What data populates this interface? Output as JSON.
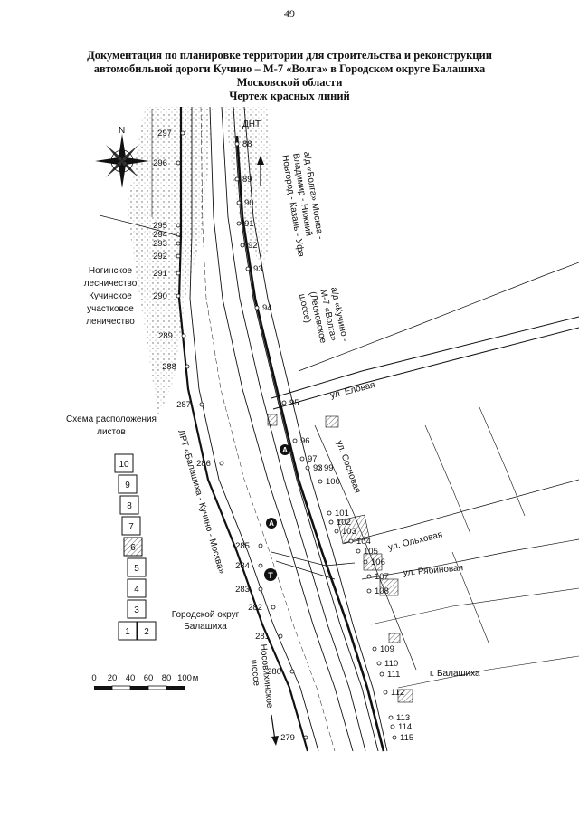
{
  "page_number": "49",
  "title": {
    "line1": "Документация по планировке территории для строительства и реконструкции",
    "line2": "автомобильной дороги Кучино – М-7 «Волга» в Городском округе Балашиха",
    "line3": "Московской области",
    "line4": "Чертеж красных линий"
  },
  "map": {
    "compass_letter": "N",
    "dnt_label": "ДНТ",
    "road_label_volga": [
      "а/д «Волга» Москва -",
      "Владимир - Нижний",
      "Новгород - Казань - Уфа"
    ],
    "road_label_kuchino": [
      "а/д «Кучино -",
      "М-7 «Волга»",
      "(Леоновское",
      "шоссе)"
    ],
    "forest_label": [
      "Ногинское",
      "лесничество",
      "Кучинское",
      "участковое",
      "леничество"
    ],
    "lrt_label": "ЛРТ «Балашиха - Кучино - Москва»",
    "district_label": [
      "Городской округ",
      "Балашиха"
    ],
    "nosovikhinskoe_label": [
      "Носовихинское",
      "шоссе"
    ],
    "street_elovaya": "ул. Еловая",
    "street_sosnovaya": "ул. Сосновая",
    "street_olkhovaya": "ул. Ольховая",
    "street_ryabinovaya": "ул. Рябиновая",
    "city_label": "г. Балашиха",
    "sheet_scheme_title": [
      "Схема расположения",
      "листов"
    ],
    "sheets": [
      "10",
      "9",
      "8",
      "7",
      "6",
      "5",
      "4",
      "3",
      "1",
      "2"
    ],
    "active_sheet": "6",
    "scale_ticks": [
      "0",
      "20",
      "40",
      "60",
      "80",
      "100",
      "м"
    ],
    "left_line_numbers": [
      "297",
      "296",
      "295",
      "294",
      "293",
      "292",
      "291",
      "290",
      "289",
      "288",
      "287",
      "286",
      "285",
      "284",
      "283",
      "282",
      "281",
      "280",
      "279"
    ],
    "right_line_numbers": [
      "88",
      "89",
      "90",
      "91",
      "92",
      "93",
      "94",
      "95",
      "96",
      "97",
      "98",
      "99",
      "100",
      "101",
      "102",
      "103",
      "104",
      "105",
      "106",
      "107",
      "108",
      "109",
      "110",
      "111",
      "112",
      "113",
      "114",
      "115"
    ],
    "markers": [
      "A",
      "A",
      "T"
    ],
    "colors": {
      "ink": "#111111",
      "hatch": "#8a8a8a",
      "paper": "#ffffff"
    }
  }
}
